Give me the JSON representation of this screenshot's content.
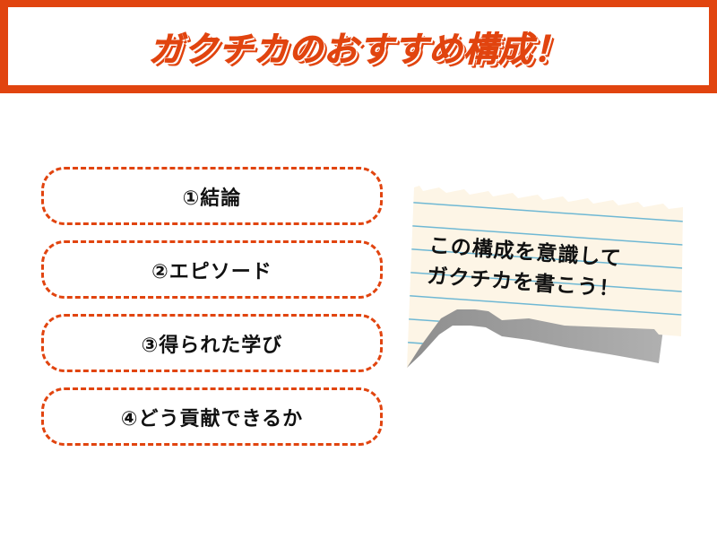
{
  "header": {
    "title": "ガクチカのおすすめ構成！"
  },
  "steps": [
    {
      "label": "①結論"
    },
    {
      "label": "②エピソード"
    },
    {
      "label": "③得られた学び"
    },
    {
      "label": "④どう貢献できるか"
    }
  ],
  "note": {
    "line1": "この構成を意識して",
    "line2": "ガクチカを書こう！"
  },
  "colors": {
    "accent": "#e1440f",
    "paper": "#fdf5e6",
    "rule": "#6fb8d4",
    "shadow": "#9a9a9a",
    "text": "#111111"
  }
}
